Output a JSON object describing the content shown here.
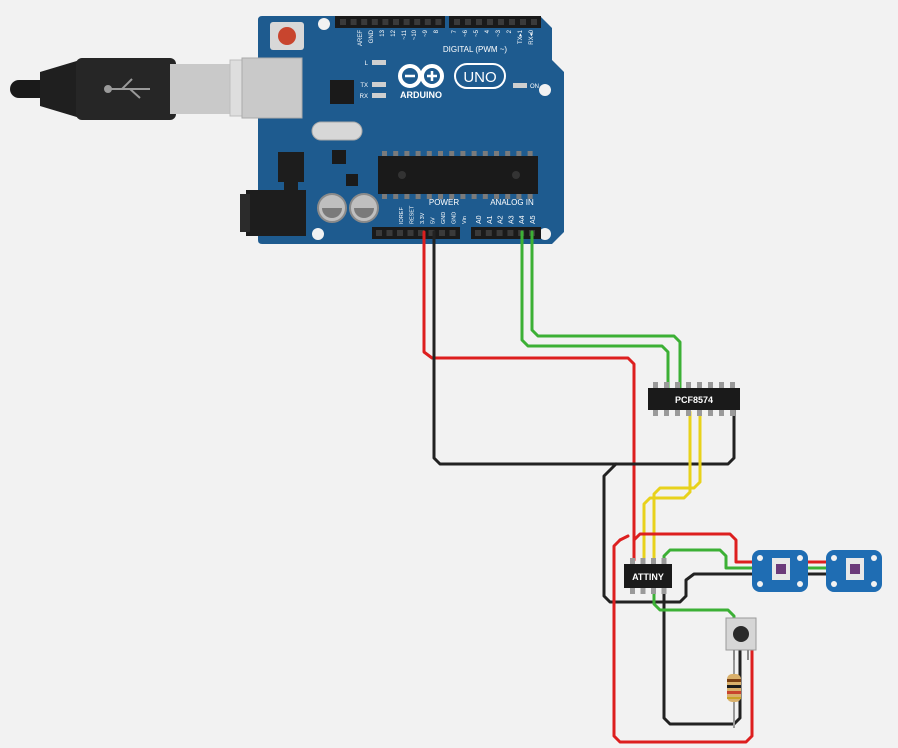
{
  "board": {
    "digital_header": "DIGITAL (PWM ~)",
    "digital_pins": [
      "AREF",
      "GND",
      "13",
      "12",
      "~11",
      "~10",
      "~9",
      "8",
      "7",
      "~6",
      "~5",
      "4",
      "~3",
      "2",
      "TX▸1",
      "RX◂0"
    ],
    "brand_wordmark": "ARDUINO",
    "model": "UNO",
    "led_labels": [
      "L",
      "TX",
      "RX"
    ],
    "on_label": "ON",
    "power_header": "POWER",
    "power_pins": [
      "IOREF",
      "RESET",
      "3.3V",
      "5V",
      "GND",
      "GND",
      "Vin"
    ],
    "analog_header": "ANALOG IN",
    "analog_pins": [
      "A0",
      "A1",
      "A2",
      "A3",
      "A4",
      "A5"
    ]
  },
  "chips": {
    "expander": "PCF8574",
    "mcu": "ATTINY"
  },
  "wire_colors": {
    "power": "#dd1f1f",
    "ground": "#222222",
    "i2c": "#3cb035",
    "signal": "#e8d21c"
  }
}
